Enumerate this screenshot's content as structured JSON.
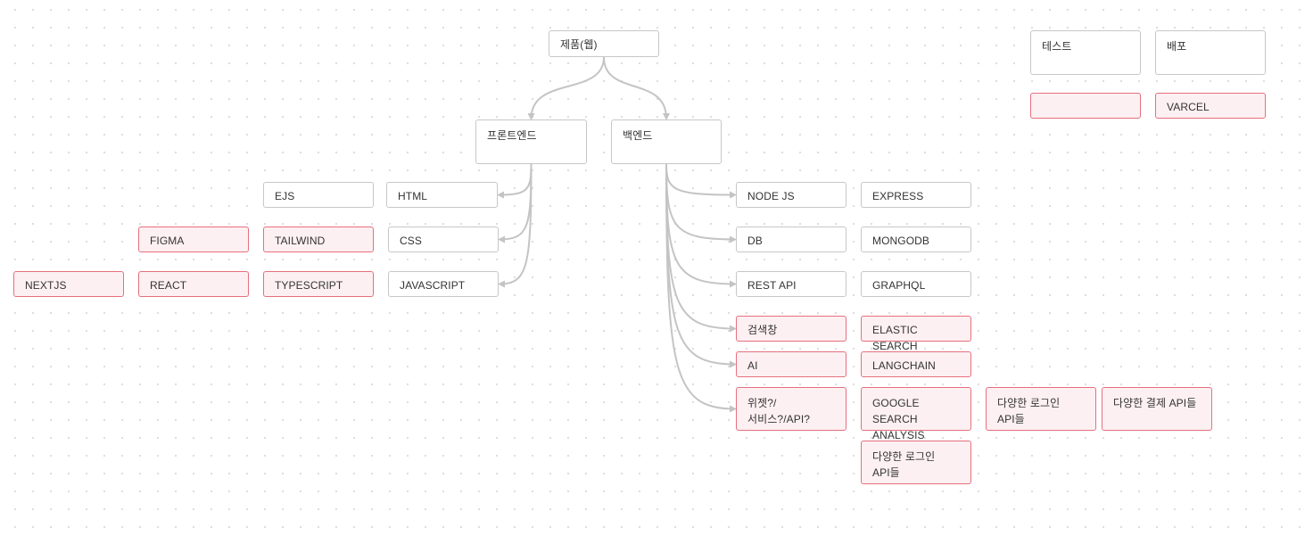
{
  "diagram": {
    "nodes": [
      {
        "id": "product",
        "label": "제품(웹)",
        "style": "default"
      },
      {
        "id": "frontend",
        "label": "프론트엔드",
        "style": "default"
      },
      {
        "id": "backend",
        "label": "백엔드",
        "style": "default"
      },
      {
        "id": "test",
        "label": "테스트",
        "style": "default"
      },
      {
        "id": "deploy",
        "label": "배포",
        "style": "default"
      },
      {
        "id": "test-empty",
        "label": "",
        "style": "pink"
      },
      {
        "id": "varcel",
        "label": "VARCEL",
        "style": "pink"
      },
      {
        "id": "ejs",
        "label": "EJS",
        "style": "default"
      },
      {
        "id": "html",
        "label": "HTML",
        "style": "default"
      },
      {
        "id": "figma",
        "label": "FIGMA",
        "style": "pink"
      },
      {
        "id": "tailwind",
        "label": "TAILWIND",
        "style": "pink"
      },
      {
        "id": "css",
        "label": "CSS",
        "style": "default"
      },
      {
        "id": "nextjs",
        "label": "NEXTJS",
        "style": "pink"
      },
      {
        "id": "react",
        "label": "REACT",
        "style": "pink"
      },
      {
        "id": "typescript",
        "label": "TYPESCRIPT",
        "style": "pink"
      },
      {
        "id": "javascript",
        "label": "JAVASCRIPT",
        "style": "default"
      },
      {
        "id": "nodejs",
        "label": "NODE JS",
        "style": "default"
      },
      {
        "id": "express",
        "label": "EXPRESS",
        "style": "default"
      },
      {
        "id": "db",
        "label": "DB",
        "style": "default"
      },
      {
        "id": "mongodb",
        "label": "MONGODB",
        "style": "default"
      },
      {
        "id": "restapi",
        "label": "REST API",
        "style": "default"
      },
      {
        "id": "graphql",
        "label": "GRAPHQL",
        "style": "default"
      },
      {
        "id": "searchbar",
        "label": "검색창",
        "style": "pink"
      },
      {
        "id": "elastic",
        "label": "ELASTIC SEARCH",
        "style": "pink"
      },
      {
        "id": "ai",
        "label": "AI",
        "style": "pink"
      },
      {
        "id": "langchain",
        "label": "LANGCHAIN",
        "style": "pink"
      },
      {
        "id": "widget",
        "label": "위젯?/서비스?/API?",
        "style": "pink"
      },
      {
        "id": "google",
        "label": "GOOGLE SEARCH ANALYSIS",
        "style": "pink"
      },
      {
        "id": "login1",
        "label": "다양한 로그인 API들",
        "style": "pink"
      },
      {
        "id": "payment",
        "label": "다양한 결제 API들",
        "style": "pink"
      },
      {
        "id": "login2",
        "label": "다양한 로그인 API들",
        "style": "pink"
      }
    ],
    "edges": [
      {
        "from": "product",
        "to": "frontend"
      },
      {
        "from": "product",
        "to": "backend"
      },
      {
        "from": "frontend",
        "to": "html"
      },
      {
        "from": "frontend",
        "to": "css"
      },
      {
        "from": "frontend",
        "to": "javascript"
      },
      {
        "from": "backend",
        "to": "nodejs"
      },
      {
        "from": "backend",
        "to": "db"
      },
      {
        "from": "backend",
        "to": "restapi"
      },
      {
        "from": "backend",
        "to": "searchbar"
      },
      {
        "from": "backend",
        "to": "ai"
      },
      {
        "from": "backend",
        "to": "widget"
      }
    ],
    "colors": {
      "edge": "#c4c4c4",
      "default_border": "#c7c7c7",
      "highlight_border": "#e5707f",
      "highlight_fill": "#fdf0f2"
    }
  }
}
